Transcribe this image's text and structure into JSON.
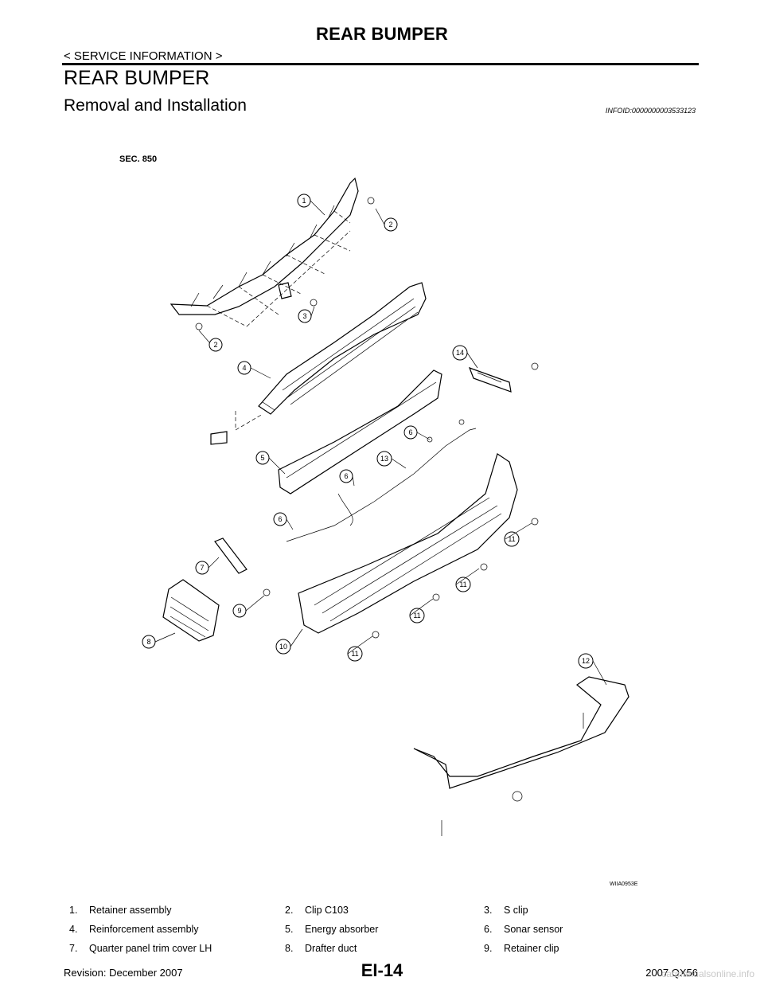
{
  "header": {
    "title": "REAR BUMPER",
    "breadcrumb": "< SERVICE INFORMATION >"
  },
  "section": {
    "title": "REAR BUMPER",
    "subtitle": "Removal and Installation",
    "info_id": "INFOID:0000000003533123"
  },
  "figure": {
    "section_code": "SEC. 850",
    "figure_code": "WIIA0953E",
    "callouts": [
      "1",
      "2",
      "2",
      "3",
      "4",
      "5",
      "6",
      "6",
      "6",
      "7",
      "8",
      "9",
      "10",
      "11",
      "11",
      "11",
      "11",
      "12",
      "13",
      "14"
    ]
  },
  "legend": [
    [
      "1.",
      "Retainer assembly",
      "2.",
      "Clip C103",
      "3.",
      "S clip"
    ],
    [
      "4.",
      "Reinforcement assembly",
      "5.",
      "Energy absorber",
      "6.",
      "Sonar sensor"
    ],
    [
      "7.",
      "Quarter panel trim cover LH",
      "8.",
      "Drafter duct",
      "9.",
      "Retainer clip"
    ]
  ],
  "footer": {
    "revision": "Revision: December 2007",
    "page": "EI-14",
    "model": "2007 QX56",
    "watermark": "carmanualsonline.info"
  }
}
